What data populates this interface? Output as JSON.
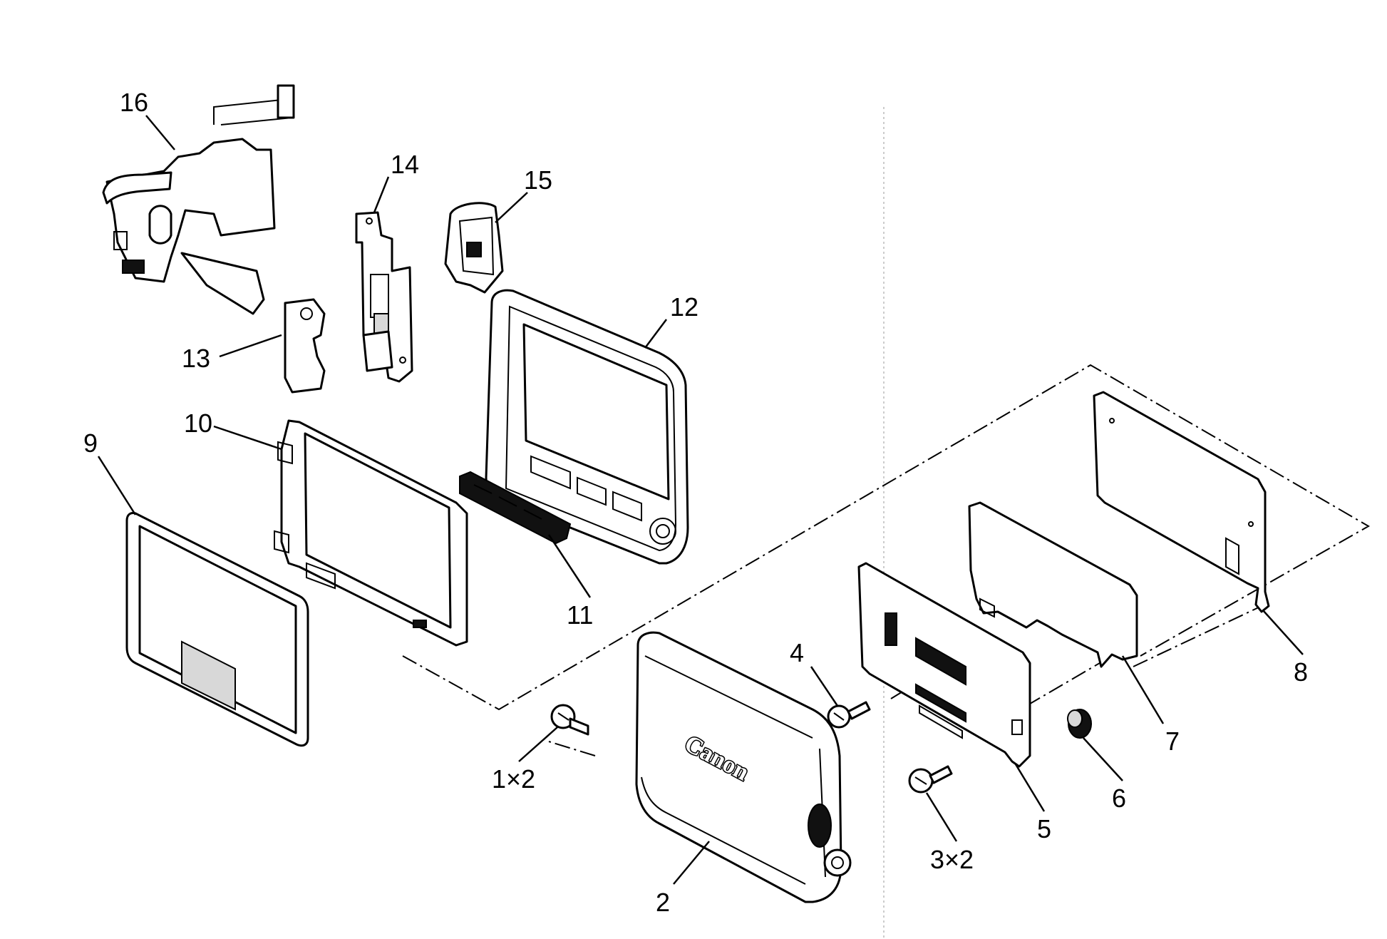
{
  "diagram": {
    "brand_logo": "Canon",
    "callouts": {
      "c1": "1×2",
      "c2": "2",
      "c3": "3×2",
      "c4": "4",
      "c5": "5",
      "c6": "6",
      "c7": "7",
      "c8": "8",
      "c9": "9",
      "c10": "10",
      "c11": "11",
      "c12": "12",
      "c13": "13",
      "c14": "14",
      "c15": "15",
      "c16": "16"
    }
  }
}
